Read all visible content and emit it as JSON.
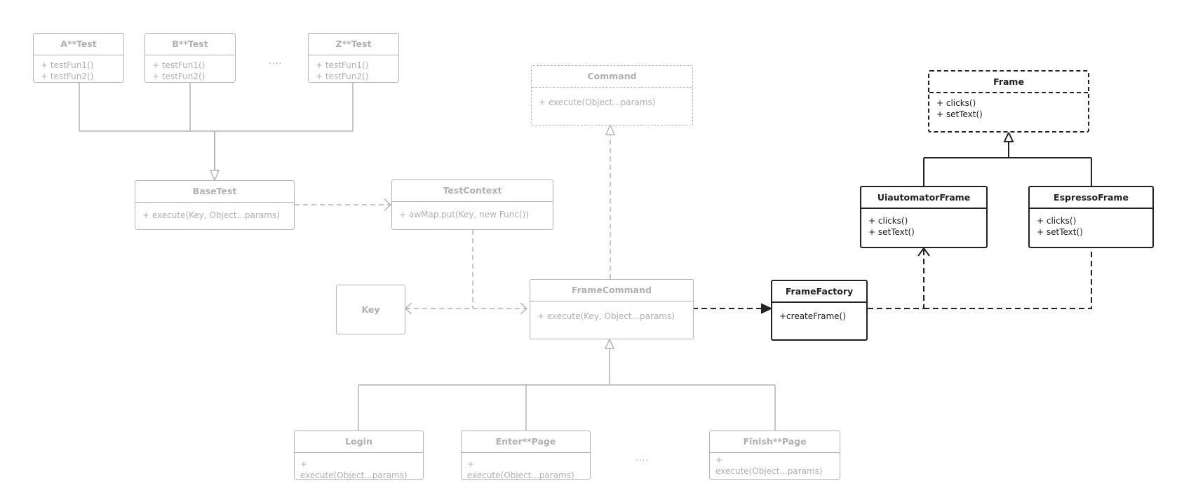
{
  "classes": {
    "a_test": {
      "name": "A**Test",
      "methods": "+ testFun1()\n+ testFun2()"
    },
    "b_test": {
      "name": "B**Test",
      "methods": "+ testFun1()\n+ testFun2()"
    },
    "z_test": {
      "name": "Z**Test",
      "methods": "+ testFun1()\n+ testFun2()"
    },
    "base_test": {
      "name": "BaseTest",
      "methods": "+ execute(Key, Object...params)"
    },
    "test_context": {
      "name": "TestContext",
      "methods": "+ awMap.put(Key, new Func())"
    },
    "command": {
      "name": "Command",
      "methods": "+ execute(Object...params)"
    },
    "key": {
      "name": "Key"
    },
    "frame_command": {
      "name": "FrameCommand",
      "methods": "+ execute(Key, Object...params)"
    },
    "frame_factory": {
      "name": "FrameFactory",
      "methods": "+createFrame()"
    },
    "frame": {
      "name": "Frame",
      "methods": "+ clicks()\n+ setText()"
    },
    "uiautomator_frame": {
      "name": "UiautomatorFrame",
      "methods": "+ clicks()\n+ setText()"
    },
    "espresso_frame": {
      "name": "EspressoFrame",
      "methods": "+ clicks()\n+ setText()"
    },
    "login": {
      "name": "Login",
      "methods": "+\nexecute(Object...params)"
    },
    "enter_page": {
      "name": "Enter**Page",
      "methods": "+\nexecute(Object...params)"
    },
    "finish_page": {
      "name": "Finish**Page",
      "methods": "+\nexecute(Object...params)"
    }
  },
  "ellipsis": {
    "tests": "....",
    "pages": "...."
  },
  "colors": {
    "inactive": "#b4b4b4",
    "active": "#222222"
  }
}
